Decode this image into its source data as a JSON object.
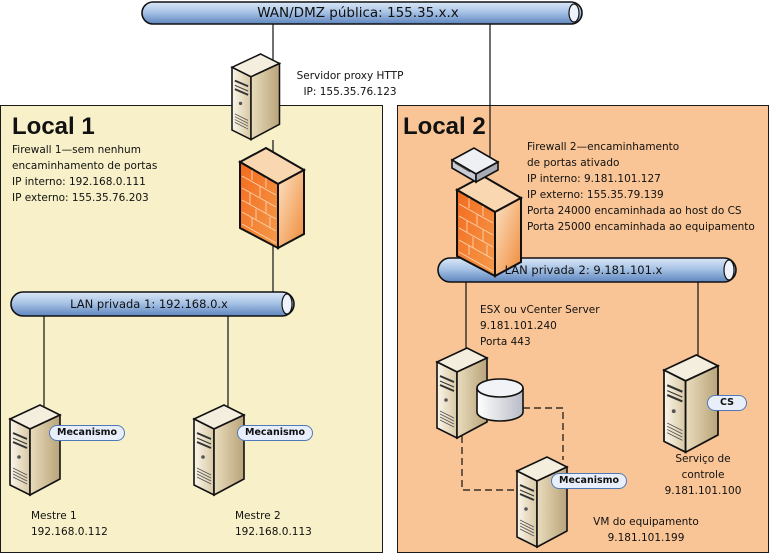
{
  "wan": {
    "label": "WAN/DMZ pública: 155.35.x.x"
  },
  "proxy": {
    "name": "Servidor proxy HTTP",
    "ip": "IP: 155.35.76.123"
  },
  "local1": {
    "title": "Local 1",
    "firewall_lines": [
      "Firewall 1—sem nenhum",
      "encaminhamento de portas",
      "IP interno: 192.168.0.111",
      "IP externo: 155.35.76.203"
    ],
    "lan_label": "LAN privada 1: 192.168.0.x",
    "servers": [
      {
        "badge": "Mecanismo",
        "name": "Mestre 1",
        "ip": "192.168.0.112"
      },
      {
        "badge": "Mecanismo",
        "name": "Mestre 2",
        "ip": "192.168.0.113"
      }
    ]
  },
  "local2": {
    "title": "Local 2",
    "firewall_lines": [
      "Firewall 2—encaminhamento",
      "de portas ativado",
      "IP interno: 9.181.101.127",
      "IP externo: 155.35.79.139",
      "Porta 24000 encaminhada ao host do CS",
      "Porta 25000 encaminhada ao equipamento"
    ],
    "lan_label": "LAN privada 2: 9.181.101.x",
    "esx": {
      "lines": [
        "ESX ou vCenter Server",
        "9.181.101.240",
        "Porta 443"
      ]
    },
    "vm": {
      "badge": "Mecanismo",
      "name": "VM do equipamento",
      "ip": "9.181.101.199"
    },
    "cs": {
      "badge": "CS",
      "lines": [
        "Serviço de",
        "controle",
        "9.181.101.100"
      ]
    }
  },
  "colors": {
    "zone1_bg": "#f7f0c8",
    "zone2_bg": "#f9c596",
    "pipe": "#8fb1dc",
    "firewall": "#f27a2a",
    "badge_border": "#4f79b8"
  }
}
